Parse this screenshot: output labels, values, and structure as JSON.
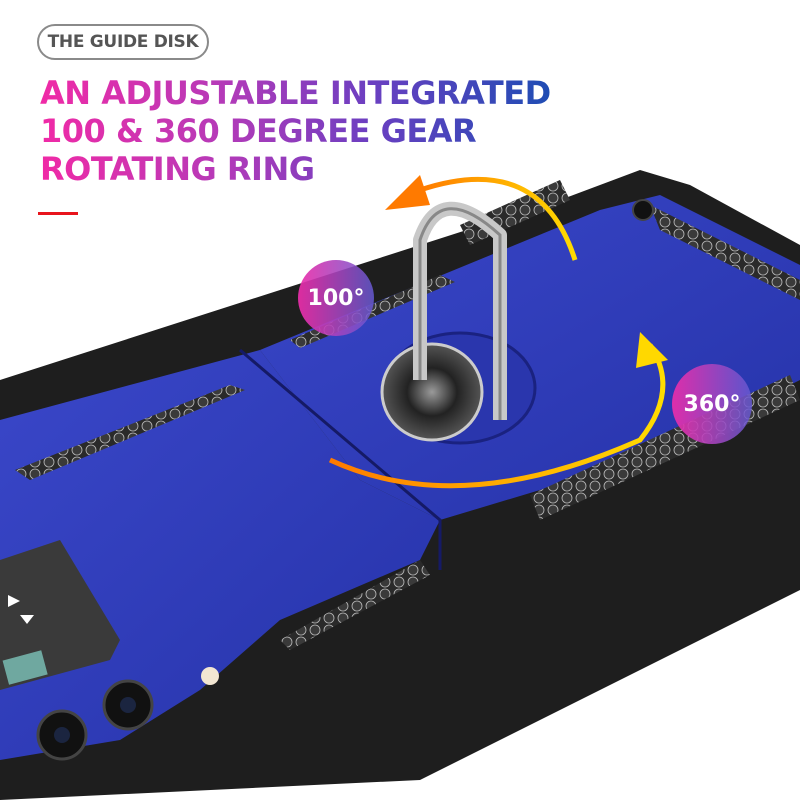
{
  "badge": {
    "label": "THE GUIDE DISK"
  },
  "headline": {
    "lines": [
      "AN ADJUSTABLE INTEGRATED",
      "100 & 360 DEGREE GEAR",
      "ROTATING RING"
    ]
  },
  "callouts": {
    "tilt": "100°",
    "rotate": "360°"
  },
  "colors": {
    "case_blue": "#2f3cb8",
    "case_black": "#1e1e1e",
    "accent_red": "#e8141c",
    "gradient_start": "#f02aa6",
    "gradient_end": "#1f4db4",
    "arrow_orange": "#ff7a00",
    "arrow_yellow": "#ffd800"
  },
  "product": {
    "name": "rugged flip phone case with ring holder",
    "outer_screen_icons": [
      "play-icon",
      "skip-icon"
    ]
  }
}
